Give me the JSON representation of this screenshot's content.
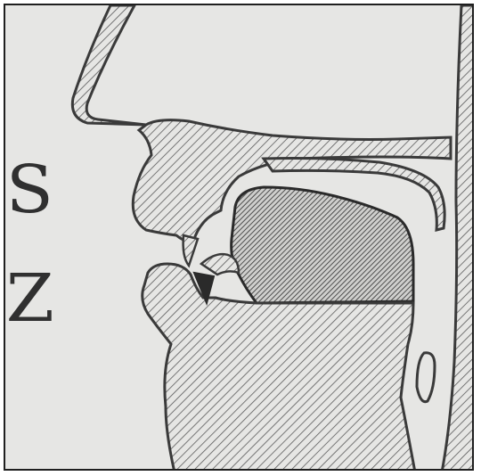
{
  "figure": {
    "labels": {
      "upper": "S",
      "lower": "Z"
    },
    "colors": {
      "paper": "#e6e6e4",
      "outline": "#3a3a3a",
      "hatch_light": "#5a5a5a",
      "hatch_dark": "#2e2e2e",
      "frame": "#1f1f1f"
    },
    "icons": [
      "vocal-tract-sagittal-section"
    ]
  }
}
